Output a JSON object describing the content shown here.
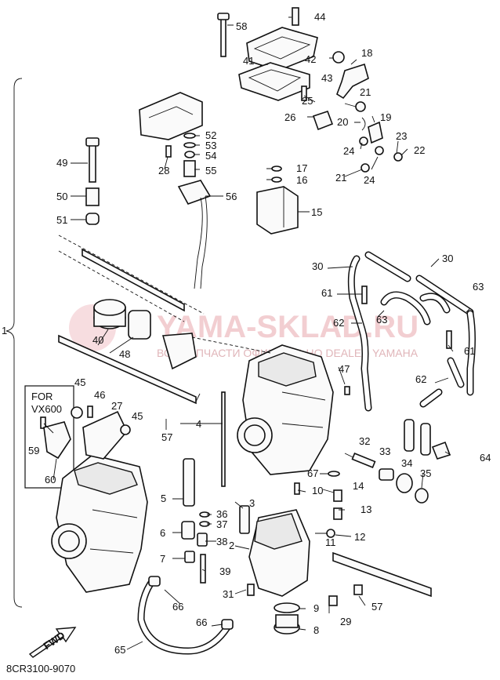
{
  "diagram": {
    "code": "8CR3100-9070",
    "note_title": "FOR",
    "note_model": "VX600",
    "fwd_label": "FWD",
    "group_label": "1",
    "watermark": "YAMA-SKLAD.RU",
    "watermark_sub": "ВСЕ ЗАПЧАСТИ ОФИЦИАЛЬНО DEALER YAMAHA"
  },
  "callouts": [
    {
      "id": "c58",
      "text": "58"
    },
    {
      "id": "c44",
      "text": "44"
    },
    {
      "id": "c41",
      "text": "41"
    },
    {
      "id": "c42",
      "text": "42"
    },
    {
      "id": "c43",
      "text": "43"
    },
    {
      "id": "c18",
      "text": "18"
    },
    {
      "id": "c21a",
      "text": "21"
    },
    {
      "id": "c25",
      "text": "25"
    },
    {
      "id": "c26",
      "text": "26"
    },
    {
      "id": "c20",
      "text": "20"
    },
    {
      "id": "c19",
      "text": "19"
    },
    {
      "id": "c23",
      "text": "23"
    },
    {
      "id": "c22",
      "text": "22"
    },
    {
      "id": "c24a",
      "text": "24"
    },
    {
      "id": "c24b",
      "text": "24"
    },
    {
      "id": "c21b",
      "text": "21"
    },
    {
      "id": "c52",
      "text": "52"
    },
    {
      "id": "c53",
      "text": "53"
    },
    {
      "id": "c54",
      "text": "54"
    },
    {
      "id": "c55",
      "text": "55"
    },
    {
      "id": "c28",
      "text": "28"
    },
    {
      "id": "c49",
      "text": "49"
    },
    {
      "id": "c17",
      "text": "17"
    },
    {
      "id": "c16",
      "text": "16"
    },
    {
      "id": "c56",
      "text": "56"
    },
    {
      "id": "c15",
      "text": "15"
    },
    {
      "id": "c50",
      "text": "50"
    },
    {
      "id": "c51",
      "text": "51"
    },
    {
      "id": "c30a",
      "text": "30"
    },
    {
      "id": "c30b",
      "text": "30"
    },
    {
      "id": "c61a",
      "text": "61"
    },
    {
      "id": "c63a",
      "text": "63"
    },
    {
      "id": "c62a",
      "text": "62"
    },
    {
      "id": "c63b",
      "text": "63"
    },
    {
      "id": "c61b",
      "text": "61"
    },
    {
      "id": "c62b",
      "text": "62"
    },
    {
      "id": "c40",
      "text": "40"
    },
    {
      "id": "c48",
      "text": "48"
    },
    {
      "id": "c47",
      "text": "47"
    },
    {
      "id": "c45a",
      "text": "45"
    },
    {
      "id": "c46",
      "text": "46"
    },
    {
      "id": "c27",
      "text": "27"
    },
    {
      "id": "c45b",
      "text": "45"
    },
    {
      "id": "c4",
      "text": "4"
    },
    {
      "id": "c57a",
      "text": "57"
    },
    {
      "id": "c59",
      "text": "59"
    },
    {
      "id": "c60",
      "text": "60"
    },
    {
      "id": "c32",
      "text": "32"
    },
    {
      "id": "c33",
      "text": "33"
    },
    {
      "id": "c34",
      "text": "34"
    },
    {
      "id": "c64",
      "text": "64"
    },
    {
      "id": "c35",
      "text": "35"
    },
    {
      "id": "c67",
      "text": "67"
    },
    {
      "id": "c14",
      "text": "14"
    },
    {
      "id": "c10",
      "text": "10"
    },
    {
      "id": "c13",
      "text": "13"
    },
    {
      "id": "c5",
      "text": "5"
    },
    {
      "id": "c36",
      "text": "36"
    },
    {
      "id": "c37",
      "text": "37"
    },
    {
      "id": "c3",
      "text": "3"
    },
    {
      "id": "c6",
      "text": "6"
    },
    {
      "id": "c38",
      "text": "38"
    },
    {
      "id": "c2",
      "text": "2"
    },
    {
      "id": "c11",
      "text": "11"
    },
    {
      "id": "c12",
      "text": "12"
    },
    {
      "id": "c7",
      "text": "7"
    },
    {
      "id": "c39",
      "text": "39"
    },
    {
      "id": "c31",
      "text": "31"
    },
    {
      "id": "c66a",
      "text": "66"
    },
    {
      "id": "c9",
      "text": "9"
    },
    {
      "id": "c57b",
      "text": "57"
    },
    {
      "id": "c29",
      "text": "29"
    },
    {
      "id": "c66b",
      "text": "66"
    },
    {
      "id": "c8",
      "text": "8"
    },
    {
      "id": "c65",
      "text": "65"
    }
  ]
}
